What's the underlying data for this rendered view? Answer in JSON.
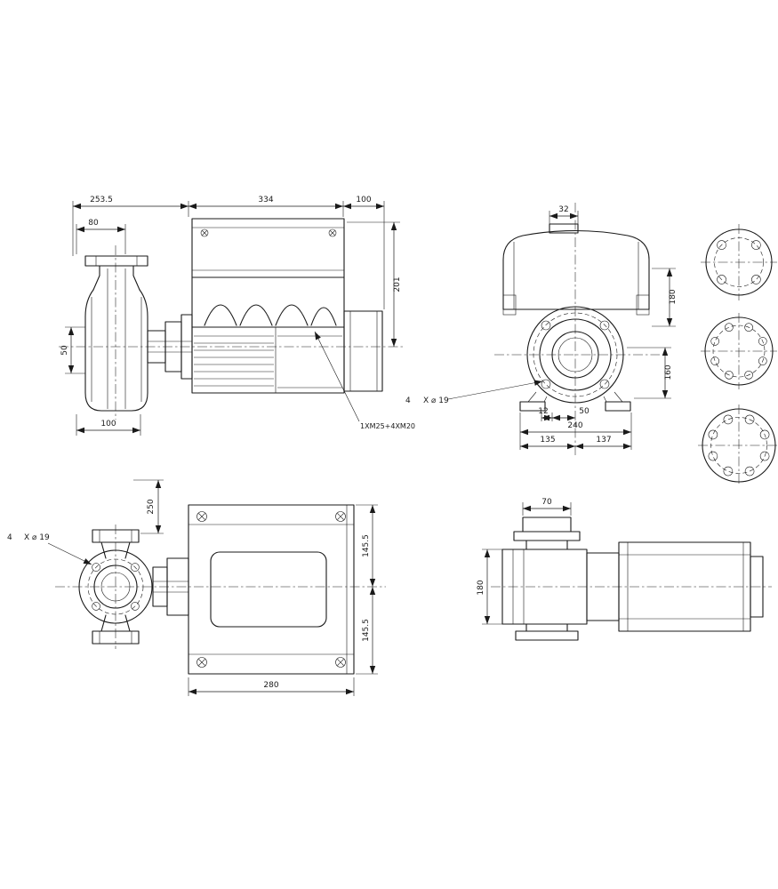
{
  "meta": {
    "type": "pump-dimensional-drawing",
    "colors": {
      "ink": "#1a1a1a",
      "background": "#ffffff"
    }
  },
  "views": {
    "side": {
      "d2535": "253.5",
      "d334": "334",
      "d100top": "100",
      "d80": "80",
      "d50": "50",
      "d100bot": "100",
      "d201": "201",
      "cable": "1XM25+4XM20"
    },
    "front": {
      "d32": "32",
      "d180": "180",
      "d160": "160",
      "d12": "12",
      "d50": "50",
      "d240": "240",
      "d135": "135",
      "d137": "137",
      "boltqty": "4",
      "boltspec": "X ⌀ 19"
    },
    "top": {
      "d250": "250",
      "boltqty": "4",
      "boltspec": "X ⌀ 19",
      "d1455a": "145.5",
      "d1455b": "145.5",
      "d280": "280"
    },
    "end": {
      "d70": "70",
      "d180": "180"
    }
  }
}
